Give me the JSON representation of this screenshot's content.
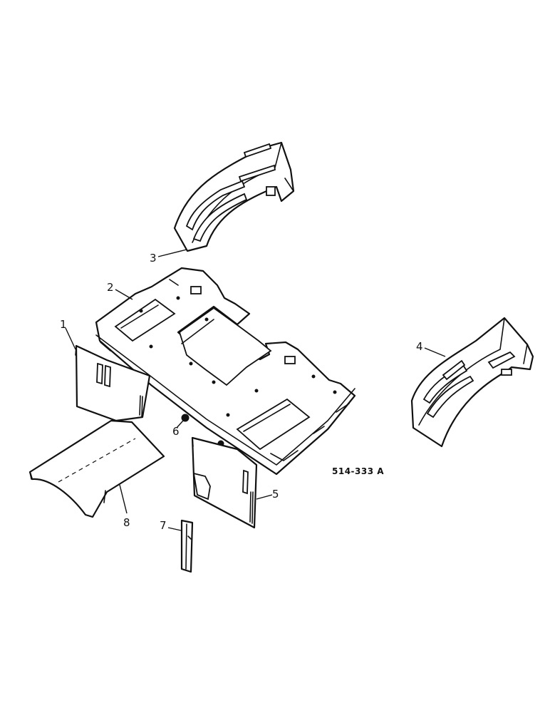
{
  "diagram": {
    "reference_code": "514-333 A",
    "callouts": {
      "c1": "1",
      "c2": "2",
      "c3": "3",
      "c4": "4",
      "c5": "5",
      "c6": "6",
      "c7": "7",
      "c8": "8"
    }
  }
}
